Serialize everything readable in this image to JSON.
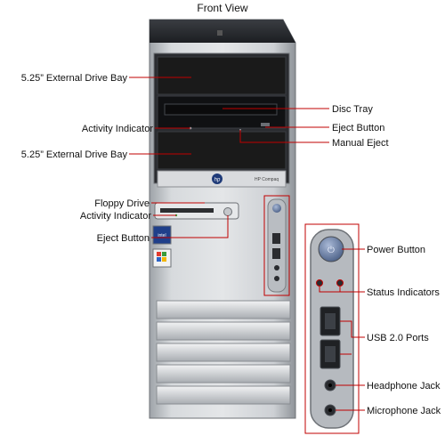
{
  "title": "Front View",
  "brand_text": "HP Compaq",
  "labels": {
    "drive_bay_top": "5.25” External Drive Bay",
    "activity_indicator": "Activity Indicator",
    "drive_bay_bottom": "5.25” External Drive Bay",
    "floppy_drive": "Floppy Drive",
    "floppy_activity_indicator": "Activity Indicator",
    "floppy_eject_button": "Eject Button",
    "disc_tray": "Disc Tray",
    "eject_button": "Eject Button",
    "manual_eject": "Manual Eject",
    "power_button": "Power Button",
    "status_indicators": "Status Indicators",
    "usb_ports": "USB 2.0 Ports",
    "headphone_jack": "Headphone Jack",
    "microphone_jack": "Microphone Jack"
  },
  "colors": {
    "leader": "#c00000",
    "case_silver": "#c9ccd0",
    "bay_black": "#1a1a1a"
  }
}
